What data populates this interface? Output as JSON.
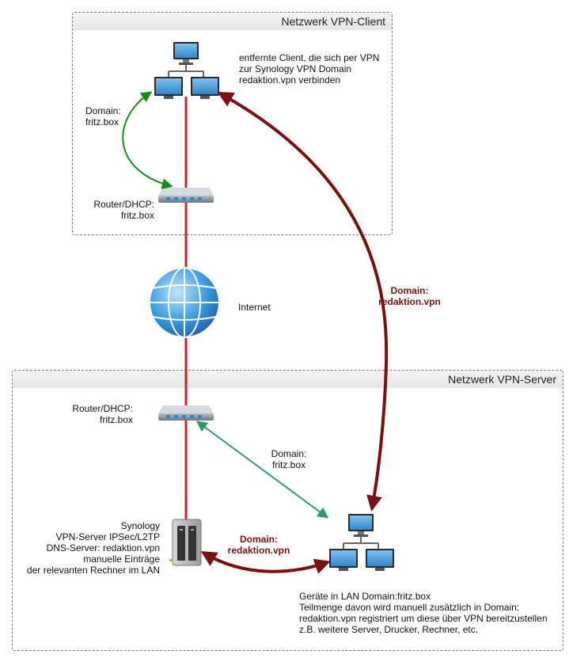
{
  "zones": {
    "client_title": "Netzwerk VPN-Client",
    "server_title": "Netzwerk VPN-Server"
  },
  "labels": {
    "client_desc": "entfernte Client, die sich per VPN\nzur Synology VPN Domain\nredaktion.vpn verbinden",
    "client_domain": "Domain:\nfritz.box",
    "client_router": "Router/DHCP:\nfritz.box",
    "internet": "Internet",
    "vpn_domain_long": "Domain:\nredaktion.vpn",
    "server_router": "Router/DHCP:\nfritz.box",
    "server_domain": "Domain:\nfritz.box",
    "synology": "Synology\nVPN-Server IPSec/L2TP\nDNS-Server: redaktion.vpn\nmanuelle Einträge\nder relevanten Rechner im LAN",
    "vpn_domain_short": "Domain:\nredaktion.vpn",
    "lan_desc": "Geräte in LAN Domain:fritz.box\nTeilmenge davon wird manuell zusätzlich in Domain:\nredaktion.vpn registriert um diese über VPN bereitzustellen\nz.B. weitere Server, Drucker, Rechner, etc."
  },
  "icons": {
    "client_computers": "computer-network-icon",
    "client_router": "router-icon",
    "internet": "globe-icon",
    "server_router": "router-icon",
    "synology": "nas-server-icon",
    "lan_computers": "computer-network-icon"
  },
  "colors": {
    "trunk_line": "#cc2222",
    "green_arrow": "#1a8a1a",
    "teal_arrow": "#2e9a6a",
    "vpn_arrow": "#7a1010"
  }
}
